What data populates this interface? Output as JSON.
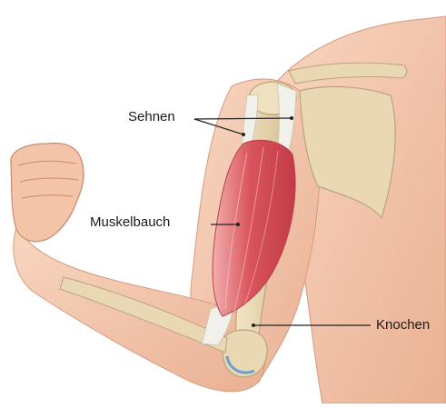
{
  "labels": {
    "tendons": "Sehnen",
    "muscle_belly": "Muskelbauch",
    "bone": "Knochen"
  },
  "colors": {
    "skin": "#f4c8ae",
    "skin_shade": "#e7a98c",
    "skin_outline": "#c98a6e",
    "muscle": "#d9545c",
    "muscle_light": "#f0a5a5",
    "bone": "#ead8b4",
    "bone_outline": "#b9a47c",
    "tendon": "#f2f0ea",
    "cartilage": "#6f9ecf",
    "leader_line": "#222222"
  }
}
